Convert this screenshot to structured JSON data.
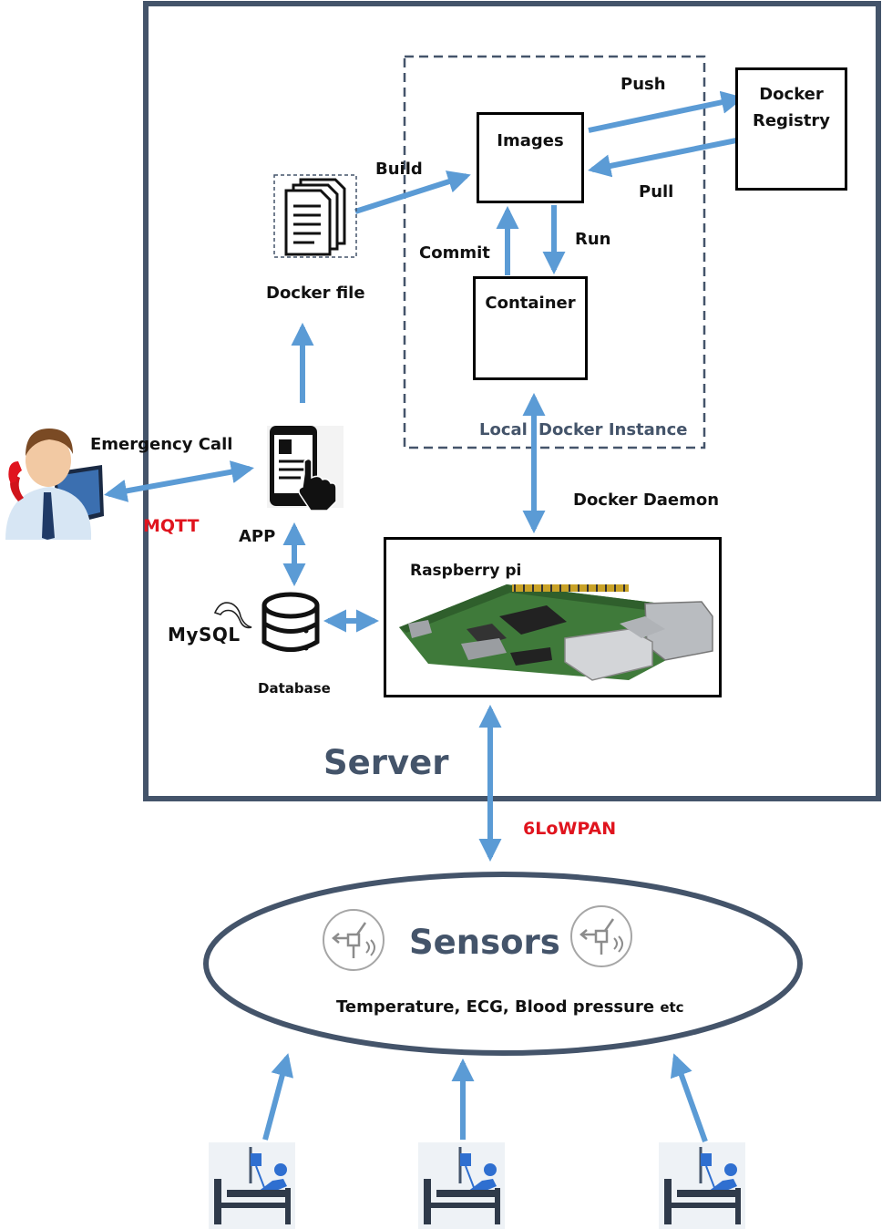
{
  "server": {
    "label": "Server"
  },
  "docker_instance": {
    "label_local": "Local",
    "label_instance": "Docker Instance"
  },
  "nodes": {
    "images": "Images",
    "container": "Container",
    "registry_line1": "Docker",
    "registry_line2": "Registry",
    "docker_file": "Docker file",
    "raspberry": "Raspberry pi",
    "database": "Database",
    "mysql": "MySQL",
    "app": "APP",
    "emergency_call": "Emergency Call"
  },
  "edges": {
    "push": "Push",
    "pull": "Pull",
    "build": "Build",
    "commit": "Commit",
    "run": "Run",
    "docker_daemon": "Docker Daemon",
    "mqtt": "MQTT",
    "sixlowpan": "6LoWPAN"
  },
  "sensors": {
    "title": "Sensors",
    "subtitle_main": "Temperature, ECG, Blood pressure",
    "subtitle_etc": "etc"
  },
  "colors": {
    "arrow": "#5b9bd5",
    "frame": "#44546a",
    "accent_red": "#e0141e"
  }
}
